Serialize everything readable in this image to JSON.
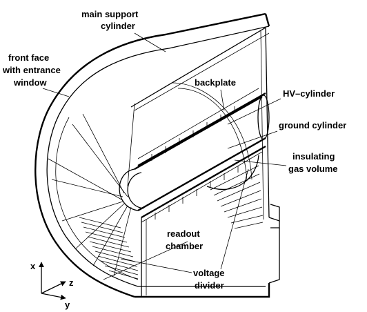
{
  "labels": {
    "main_support_cylinder": [
      "main support",
      "cylinder"
    ],
    "front_face": [
      "front face",
      "with entrance",
      "window"
    ],
    "backplate": "backplate",
    "hv_cylinder": "HV–cylinder",
    "ground_cylinder": "ground cylinder",
    "insulating_gas_volume": [
      "insulating",
      "gas volume"
    ],
    "readout_chamber": [
      "readout",
      "chamber"
    ],
    "voltage_divider": [
      "voltage",
      "divider"
    ]
  },
  "axes": {
    "x": "x",
    "y": "y",
    "z": "z"
  }
}
